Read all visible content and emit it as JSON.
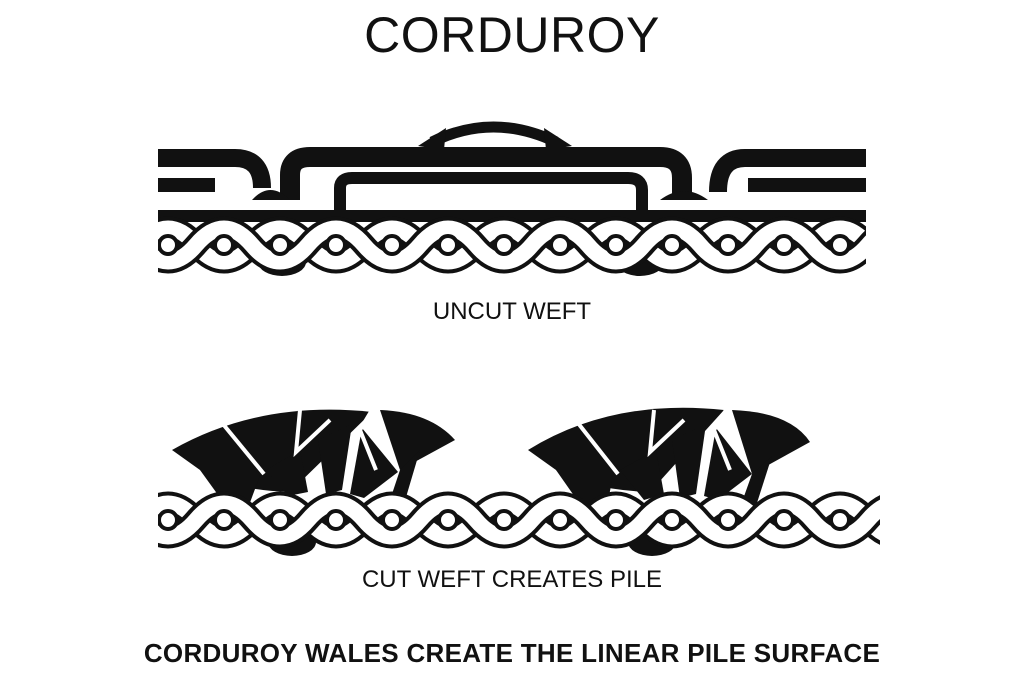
{
  "figure": {
    "title": "CORDUROY",
    "uncut_label": "UNCUT WEFT",
    "cut_label": "CUT WEFT CREATES PILE",
    "caption": "CORDUROY WALES CREATE THE LINEAR PILE SURFACE"
  },
  "colors": {
    "ink": "#111111",
    "paper": "#ffffff"
  },
  "icons": {
    "swap_arrow": "curved-double-arrow-icon"
  }
}
